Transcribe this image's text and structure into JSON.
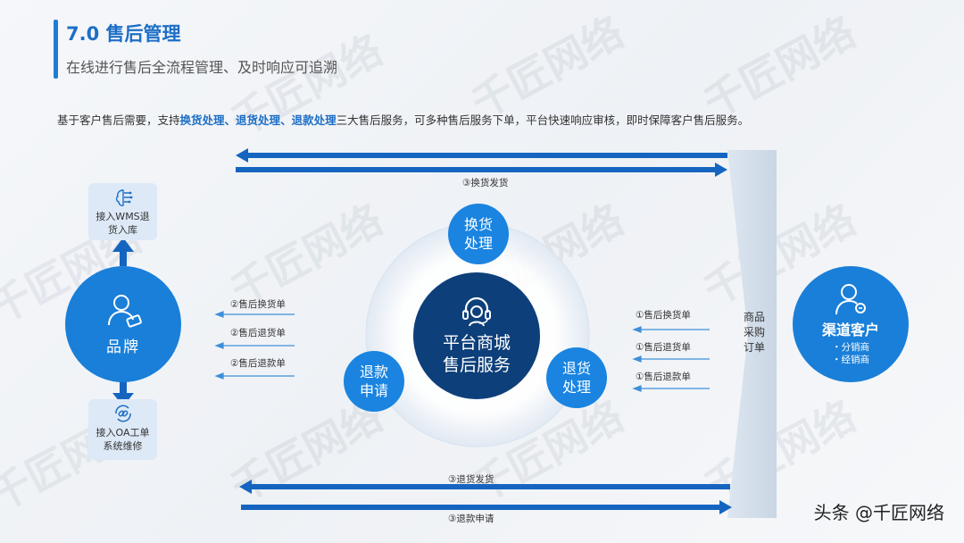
{
  "header": {
    "title": "7.0 售后管理",
    "subtitle": "在线进行售后全流程管理、及时响应可追溯"
  },
  "intro": {
    "prefix": "基于客户售后需要，支持",
    "h1": "换货处理",
    "sep1": "、",
    "h2": "退货处理",
    "sep2": "、",
    "h3": "退款处理",
    "suffix": "三大售后服务，可多种售后服务下单，平台快速响应审核，即时保障客户售后服务。"
  },
  "watermark": "千匠网络",
  "left": {
    "top_box": "接入WMS退货入库",
    "brand": "品牌",
    "bottom_box": "接入OA工单系统维修"
  },
  "center": {
    "main_line1": "平台商城",
    "main_line2": "售后服务",
    "exchange_1": "换货",
    "exchange_2": "处理",
    "refund_1": "退款",
    "refund_2": "申请",
    "return_1": "退货",
    "return_2": "处理"
  },
  "labels": {
    "top_arrow": "③换货发货",
    "left_1": "②售后换货单",
    "left_2": "②售后退货单",
    "left_3": "②售后退款单",
    "right_1": "①售后换货单",
    "right_2": "①售后退货单",
    "right_3": "①售后退款单",
    "bottom_1": "③退货发货",
    "bottom_2": "③退款申请"
  },
  "funnel_text": "商品采购订单",
  "customer": {
    "title": "渠道客户",
    "item1": "・分销商",
    "item2": "・经销商"
  },
  "footer": "头条 @千匠网络",
  "colors": {
    "primary": "#1d6fc6",
    "dark_circle": "#0d3f7a",
    "light_circle": "#1a84e0"
  }
}
